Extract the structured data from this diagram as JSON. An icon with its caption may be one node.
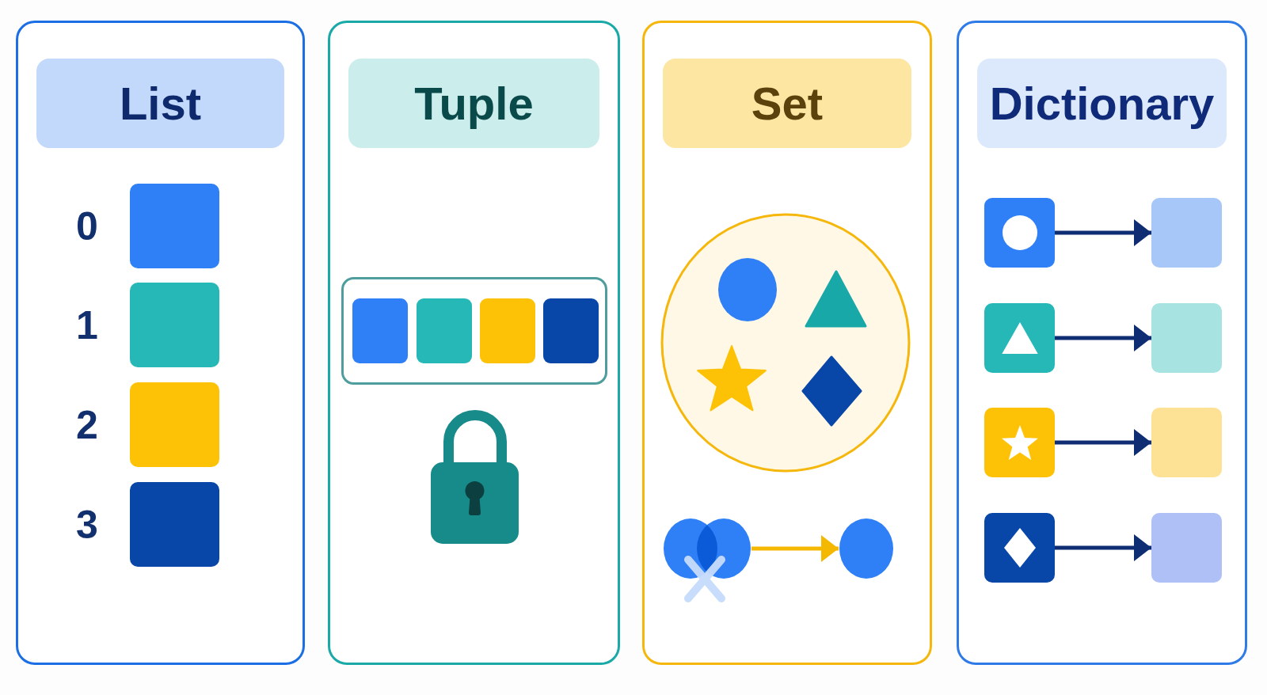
{
  "diagram": {
    "nodes": [
      {
        "text": [
          "List"
        ]
      },
      {
        "text": [],
        "shape": "box",
        "beside": [
          "0"
        ],
        "in": 0
      },
      {
        "text": [],
        "shape": "box",
        "beside": [
          "1"
        ],
        "in": 0
      },
      {
        "text": [],
        "shape": "box",
        "beside": [
          "2"
        ],
        "in": 0
      },
      {
        "text": [],
        "shape": "box",
        "beside": [
          "3"
        ],
        "in": 0
      },
      {
        "text": [
          "Tuple"
        ]
      },
      {
        "text": [
          "Set"
        ]
      },
      {
        "text": [],
        "shape": "circle",
        "in": 6
      },
      {
        "text": [],
        "shape": "circle",
        "in": 6
      },
      {
        "text": [
          "Dictionary"
        ]
      },
      {
        "text": [],
        "shape": "box",
        "in": 9
      },
      {
        "text": [],
        "shape": "box",
        "in": 9
      },
      {
        "text": [],
        "shape": "box",
        "in": 9
      },
      {
        "text": [],
        "shape": "box",
        "in": 9
      },
      {
        "text": [],
        "shape": "box",
        "in": 9
      },
      {
        "text": [],
        "shape": "box",
        "in": 9
      },
      {
        "text": [],
        "shape": "box",
        "in": 9
      },
      {
        "text": [],
        "shape": "box",
        "in": 9
      }
    ],
    "edges": [
      {
        "from": 7,
        "to": 8,
        "arrow": "to",
        "color": "#f5b800"
      },
      {
        "from": 10,
        "to": 11,
        "arrow": "to"
      },
      {
        "from": 12,
        "to": 13,
        "arrow": "to"
      },
      {
        "from": 14,
        "to": 15,
        "arrow": "to"
      },
      {
        "from": 16,
        "to": 17,
        "arrow": "to"
      }
    ]
  }
}
